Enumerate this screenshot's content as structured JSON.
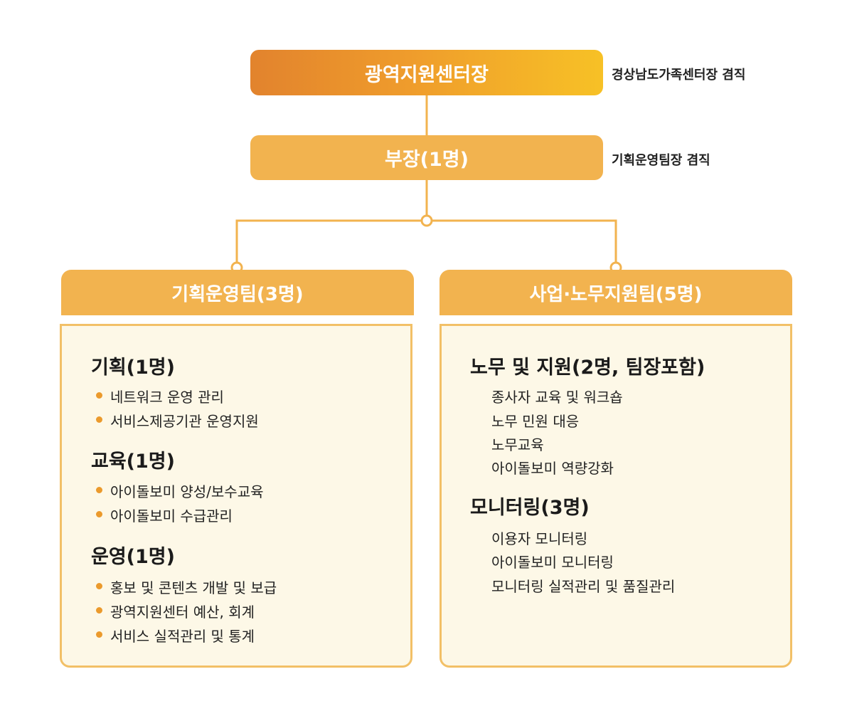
{
  "director": {
    "label": "광역지원센터장",
    "note": "경상남도가족센터장 겸직"
  },
  "manager": {
    "label": "부장(1명)",
    "note": "기획운영팀장 겸직"
  },
  "teams": [
    {
      "name": "기획운영팀(3명)",
      "sections": [
        {
          "title": "기획(1명)",
          "items": [
            "네트워크 운영 관리",
            "서비스제공기관 운영지원"
          ]
        },
        {
          "title": "교육(1명)",
          "items": [
            "아이돌보미 양성/보수교육",
            "아이돌보미 수급관리"
          ]
        },
        {
          "title": "운영(1명)",
          "items": [
            "홍보 및 콘텐츠 개발 및 보급",
            "광역지원센터 예산, 회계",
            "서비스 실적관리 및 통계"
          ]
        }
      ]
    },
    {
      "name": "사업·노무지원팀(5명)",
      "sections": [
        {
          "title": "노무 및 지원(2명, 팀장포함)",
          "items": [
            "종사자 교육 및 워크숍",
            "노무 민원 대응",
            "노무교육",
            "아이돌보미 역량강화"
          ]
        },
        {
          "title": "모니터링(3명)",
          "items": [
            "이용자 모니터링",
            "아이돌보미 모니터링",
            "모니터링 실적관리 및 품질관리"
          ]
        }
      ]
    }
  ],
  "colors": {
    "accent": "#f2b34f",
    "gradient_start": "#e2832d",
    "gradient_end": "#f7c126",
    "body_bg": "#fdf8e7",
    "bullet": "#eb9a2c"
  }
}
